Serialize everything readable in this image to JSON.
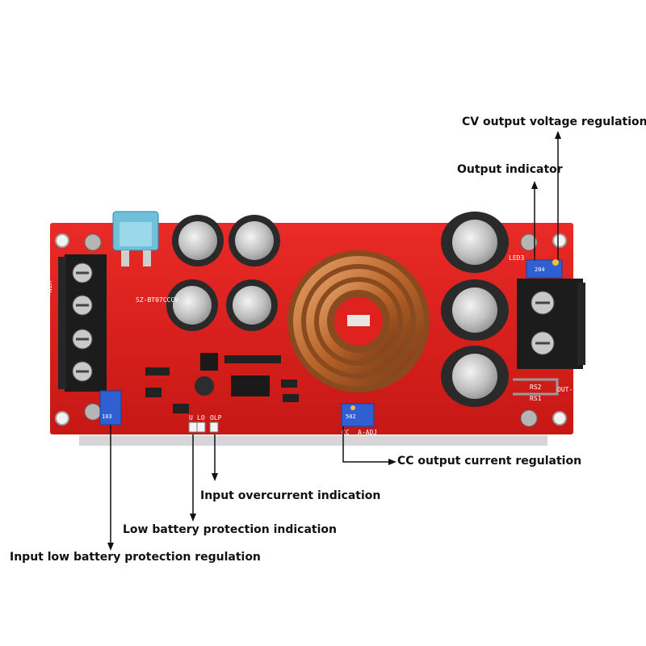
{
  "labels": {
    "cv_output": "CV output voltage regulation",
    "output_indicator": "Output indicator",
    "cc_output": "CC output current regulation",
    "input_overcurrent": "Input overcurrent indication",
    "low_battery": "Low battery protection indication",
    "input_low_battery": "Input low battery protection regulation"
  },
  "board": {
    "model": "SZ-BT07CCCV",
    "pot_cc": "502",
    "pot_cv": "204",
    "pot_uv": "103",
    "silk_cc": "CC",
    "silk_adj": "A-ADJ",
    "silk_led_u": "U",
    "silk_led_l": "LO",
    "silk_led_o": "OLP",
    "silk_out": "OUT-",
    "silk_vin": "VIN+",
    "silk_rs1": "RS1",
    "silk_rs2": "RS2",
    "silk_led3": "LED3"
  },
  "colors": {
    "pcb": "#e0221f",
    "copper": "#c8763a",
    "terminal": "#1c1c1c",
    "capacitor": "#2a2a2a",
    "trimmer": "#2f5fd0"
  }
}
